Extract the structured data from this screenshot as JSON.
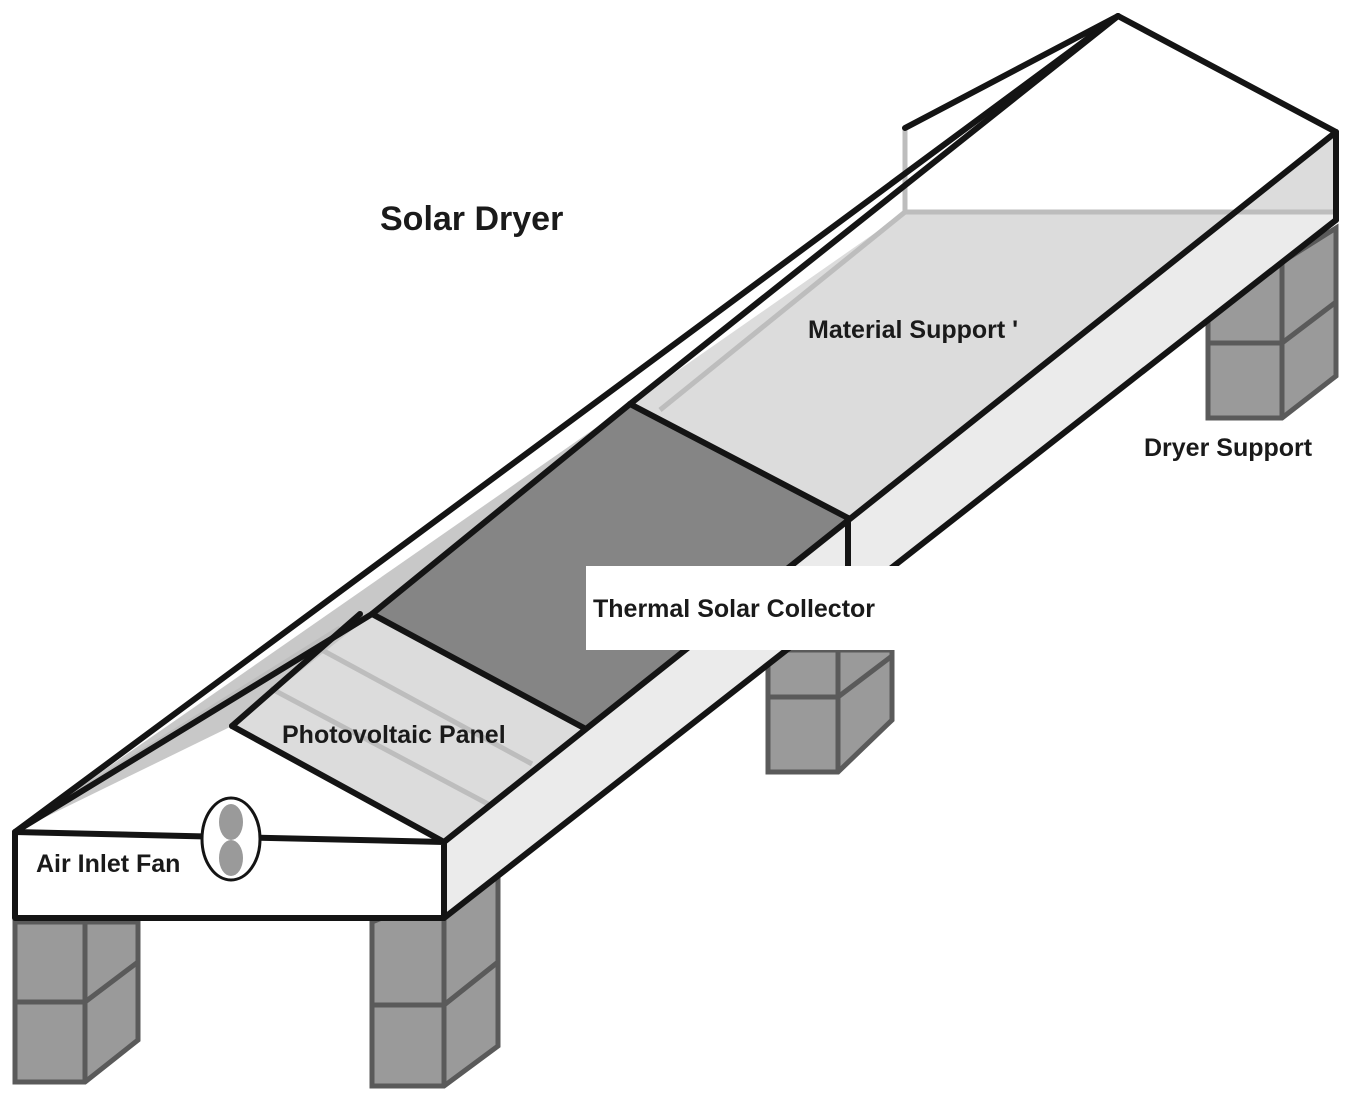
{
  "title": "Solar Dryer",
  "labels": {
    "material_support": "Material Support '",
    "dryer_support": "Dryer Support",
    "thermal_solar_collector": "Thermal Solar Collector",
    "photovoltaic_panel": "Photovoltaic Panel",
    "air_inlet_fan": "Air Inlet Fan"
  },
  "colors": {
    "outline": "#141414",
    "collector": "#858585",
    "panel_light": "#dcdcdc",
    "side_wall": "#ebebeb",
    "block_fill": "#9a9a9a",
    "block_edge": "#5a5a5a",
    "guide_line": "#bdbdbd"
  }
}
